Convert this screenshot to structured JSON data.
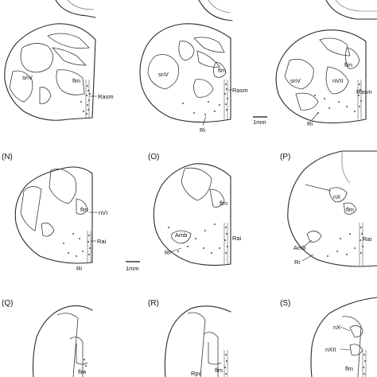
{
  "panels": [
    {
      "letter": "",
      "labels": [
        "snV",
        "flm",
        "Rasm"
      ]
    },
    {
      "letter": "",
      "labels": [
        "snV",
        "flm",
        "Rasm",
        "Ri"
      ]
    },
    {
      "letter": "",
      "labels": [
        "snV",
        "flm",
        "nVII",
        "Rasm",
        "Ri"
      ]
    },
    {
      "letter": "(N)",
      "labels": [
        "flm",
        "nVI",
        "Rai",
        "Ri"
      ]
    },
    {
      "letter": "(O)",
      "labels": [
        "flm",
        "Amb",
        "Rai",
        "Ri"
      ]
    },
    {
      "letter": "(P)",
      "labels": [
        "nX",
        "flm",
        "Amb",
        "Rai",
        "Ri"
      ]
    },
    {
      "letter": "(Q)",
      "labels": [
        "flm"
      ]
    },
    {
      "letter": "(R)",
      "labels": [
        "flm",
        "Rpc"
      ]
    },
    {
      "letter": "(S)",
      "labels": [
        "nX",
        "nXII",
        "flm"
      ]
    }
  ],
  "scale_bars": [
    "1mm",
    "1mm"
  ]
}
